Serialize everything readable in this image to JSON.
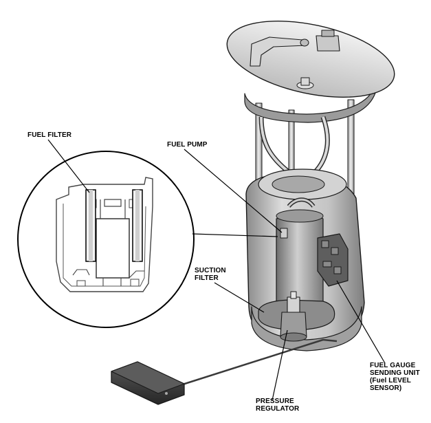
{
  "labels": {
    "fuel_filter": "FUEL FILTER",
    "fuel_pump": "FUEL PUMP",
    "suction_filter": [
      "SUCTION",
      "FILTER"
    ],
    "fuel_gauge": [
      "FUEL GAUGE",
      "SENDING UNIT",
      "(Fuel LEVEL",
      "SENSOR)"
    ],
    "pressure_regulator": [
      "PRESSURE",
      "REGULATOR"
    ]
  },
  "colors": {
    "line": "#000000",
    "metal_light": "#e6e6e6",
    "metal_mid": "#bdbdbd",
    "metal_dark": "#7a7a7a",
    "float_dark": "#3a3a3a"
  }
}
